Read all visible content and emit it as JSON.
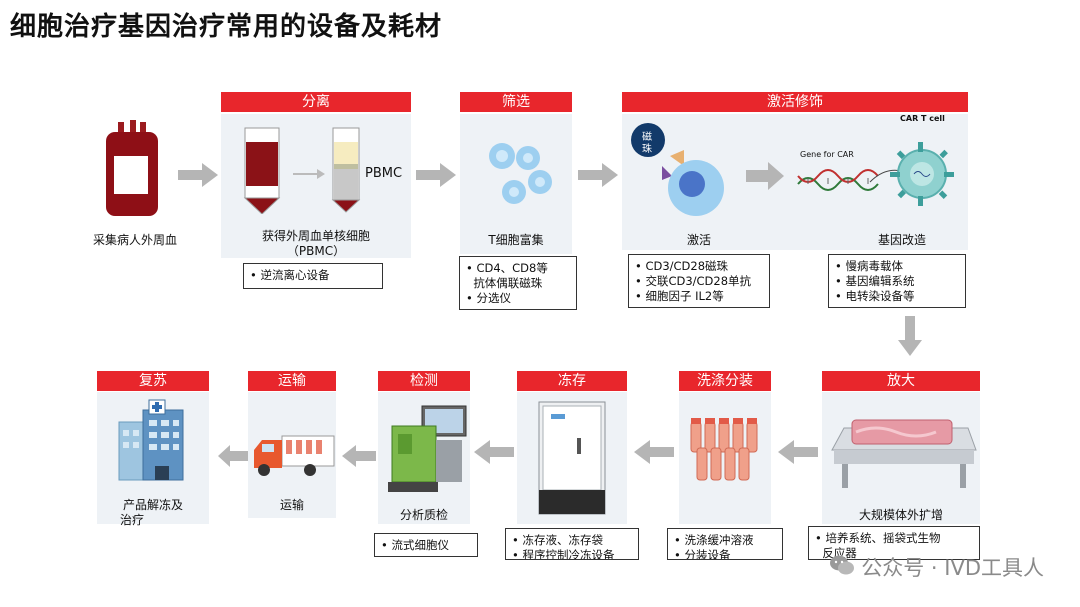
{
  "title": "细胞治疗基因治疗常用的设备及耗材",
  "steps": {
    "separation": {
      "header": "分离",
      "label": "获得外周血单核细胞",
      "label2": "（PBMC）",
      "pbmc_tag": "PBMC",
      "items": [
        "逆流离心设备"
      ]
    },
    "screening": {
      "header": "筛选",
      "label": "T细胞富集",
      "items": [
        "CD4、CD8等",
        "抗体偶联磁珠",
        "分选仪"
      ]
    },
    "activation": {
      "header": "激活修饰",
      "activate_label": "激活",
      "gene_label": "基因改造",
      "bead_text": "磁",
      "bead_text2": "珠",
      "gene_for_car": "Gene for CAR",
      "car_t_cell": "CAR T cell",
      "items_left": [
        "CD3/CD28磁珠",
        "交联CD3/CD28单抗",
        "细胞因子 IL2等"
      ],
      "items_right": [
        "慢病毒载体",
        "基因编辑系统",
        "电转染设备等"
      ]
    },
    "collect": {
      "label": "采集病人外周血"
    },
    "expansion": {
      "header": "放大",
      "label": "大规模体外扩增",
      "items": [
        "培养系统、摇袋式生物",
        "反应器"
      ]
    },
    "wash": {
      "header": "洗涤分装",
      "items": [
        "洗涤缓冲溶液",
        "分装设备"
      ]
    },
    "freeze": {
      "header": "冻存",
      "items": [
        "冻存液、冻存袋",
        "程序控制冷冻设备"
      ]
    },
    "test": {
      "header": "检测",
      "label": "分析质检",
      "items": [
        "流式细胞仪"
      ]
    },
    "transport": {
      "header": "运输",
      "label": "运输"
    },
    "revive": {
      "header": "复苏",
      "label": "产品解冻及",
      "label2": "治疗"
    }
  },
  "watermark": "公众号 · IVD工具人",
  "colors": {
    "accent": "#e8262c",
    "panel": "#eef2f6",
    "arrow": "#b5b5b5"
  }
}
